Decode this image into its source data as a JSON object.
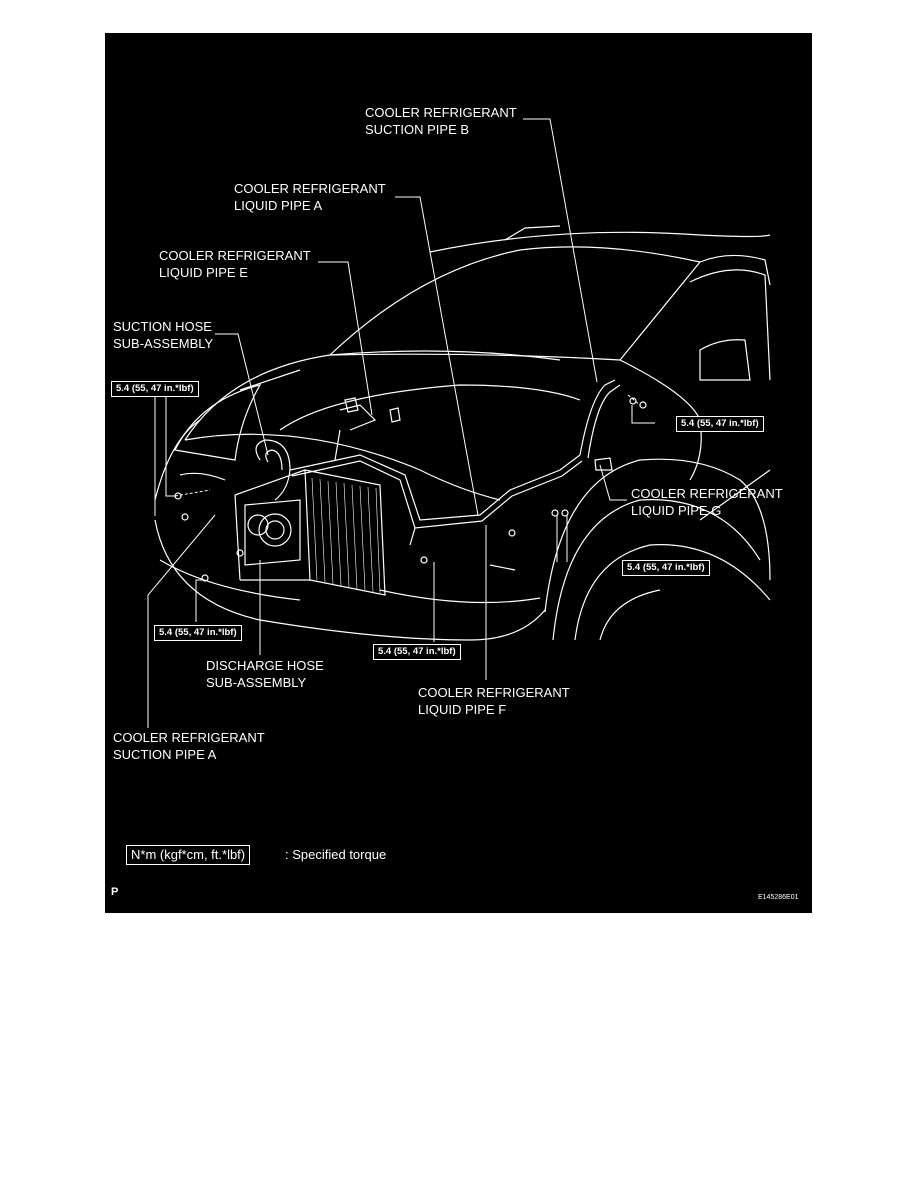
{
  "labels": {
    "suction_pipe_b": [
      "COOLER REFRIGERANT",
      "SUCTION PIPE B"
    ],
    "liquid_pipe_a": [
      "COOLER REFRIGERANT",
      "LIQUID PIPE A"
    ],
    "liquid_pipe_e": [
      "COOLER REFRIGERANT",
      "LIQUID PIPE E"
    ],
    "suction_hose": [
      "SUCTION HOSE",
      "SUB-ASSEMBLY"
    ],
    "liquid_pipe_g": [
      "COOLER REFRIGERANT",
      "LIQUID PIPE G"
    ],
    "discharge_hose": [
      "DISCHARGE HOSE",
      "SUB-ASSEMBLY"
    ],
    "liquid_pipe_f": [
      "COOLER REFRIGERANT",
      "LIQUID PIPE F"
    ],
    "suction_pipe_a": [
      "COOLER REFRIGERANT",
      "SUCTION PIPE A"
    ]
  },
  "torque": "5.4 (55, 47 in.*lbf)",
  "legend": {
    "box": "N*m (kgf*cm, ft.*lbf)",
    "text": ": Specified torque"
  },
  "corner_mark": "P",
  "figure_id": "E145286E01"
}
